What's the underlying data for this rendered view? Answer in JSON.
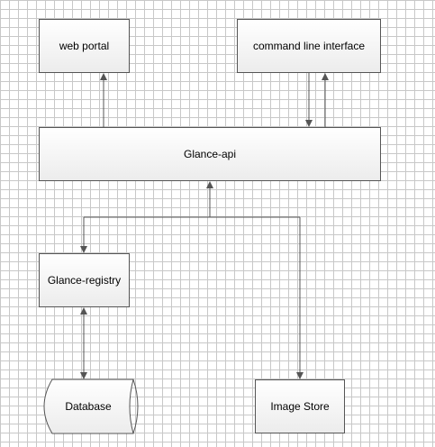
{
  "diagram": {
    "nodes": {
      "web_portal": "web portal",
      "cli": "command line interface",
      "glance_api": "Glance-api",
      "glance_registry": "Glance-registry",
      "database": "Database",
      "image_store": "Image Store"
    },
    "edges": [
      {
        "from": "glance_api",
        "to": "web_portal"
      },
      {
        "from": "cli",
        "to": "glance_api"
      },
      {
        "from": "glance_api",
        "to": "cli"
      },
      {
        "from": "glance_registry",
        "to": "glance_api"
      },
      {
        "from": "image_store",
        "to": "glance_api"
      },
      {
        "from": "glance_api",
        "to": "glance_registry"
      },
      {
        "from": "glance_api",
        "to": "image_store"
      },
      {
        "from": "glance_registry",
        "to": "database"
      },
      {
        "from": "database",
        "to": "glance_registry"
      }
    ],
    "colors": {
      "node_border": "#555555",
      "connector": "#555555",
      "grid": "#c8c8c8"
    }
  }
}
